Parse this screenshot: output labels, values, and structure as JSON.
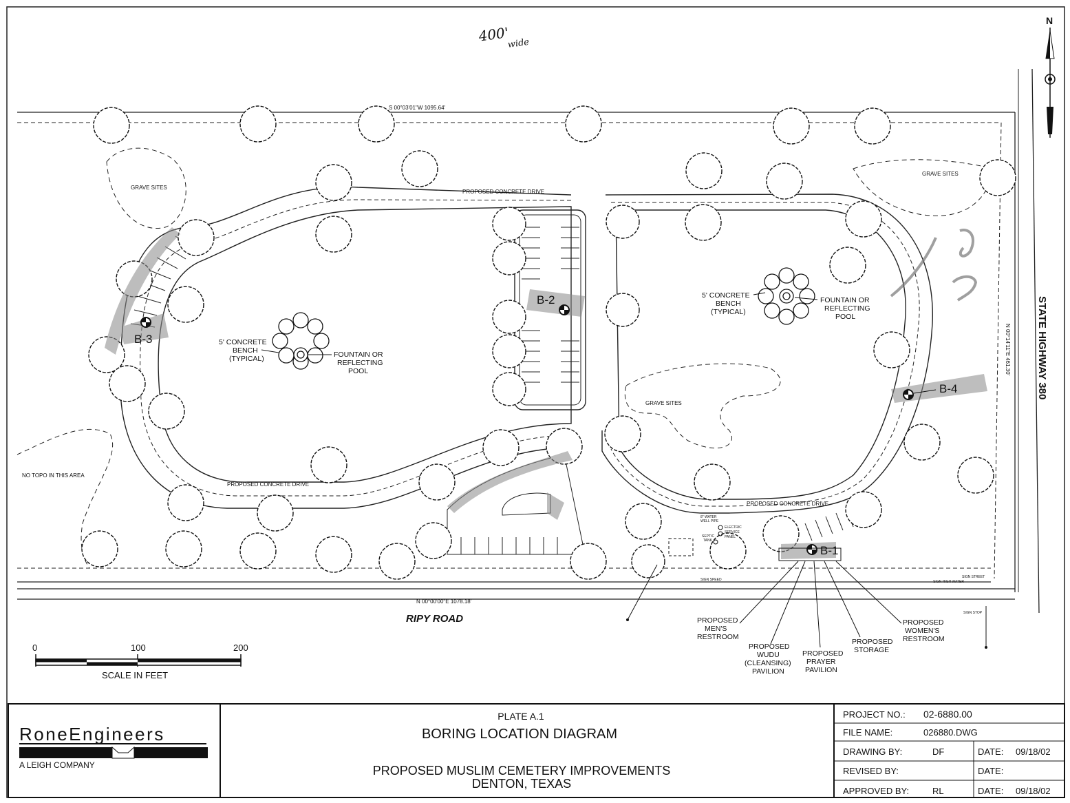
{
  "handwritten_note": {
    "line1": "400'",
    "line2": "wide"
  },
  "north_arrow": {
    "letter": "N",
    "icon": "north-arrow-icon"
  },
  "property": {
    "north_bearing": "S 00°03'01\"W 1095.64'",
    "south_bearing": "N 00°00'00\"E 1078.18'",
    "east_bearing": "N 00°14'11\"E 461.30'"
  },
  "roads": {
    "south": "RIPY ROAD",
    "east": "STATE HIGHWAY 380"
  },
  "areas": {
    "grave_sites_nw": "GRAVE SITES",
    "grave_sites_ne": "GRAVE SITES",
    "grave_sites_center": "GRAVE SITES",
    "no_topo": "NO TOPO IN THIS AREA",
    "drive_north": "PROPOSED CONCRETE DRIVE",
    "drive_south": "PROPOSED CONCRETE DRIVE",
    "drive_se": "PROPOSED CONCRETE DRIVE"
  },
  "features_west": {
    "bench": [
      "5' CONCRETE",
      "BENCH",
      "(TYPICAL)"
    ],
    "fountain": [
      "FOUNTAIN OR",
      "REFLECTING",
      "POOL"
    ]
  },
  "features_east": {
    "bench": [
      "5' CONCRETE",
      "BENCH",
      "(TYPICAL)"
    ],
    "fountain": [
      "FOUNTAIN OR",
      "REFLECTING",
      "POOL"
    ]
  },
  "borings": [
    {
      "id": "B-1"
    },
    {
      "id": "B-2"
    },
    {
      "id": "B-3"
    },
    {
      "id": "B-4"
    }
  ],
  "utility_labels": {
    "water": [
      "8\" WATER",
      "WELL PIPE"
    ],
    "electric": [
      "ELECTRIC",
      "SERVICE",
      "PANEL"
    ],
    "septic": [
      "SEPTIC",
      "TANK"
    ],
    "sign_speed": "SIGN SPEED",
    "sign_street": "SIGN STREET",
    "sign_high_water": "SIGN HIGH WATER",
    "sign_stop": "SIGN STOP"
  },
  "callouts": {
    "mens": [
      "PROPOSED",
      "MEN'S",
      "RESTROOM"
    ],
    "wudu": [
      "PROPOSED",
      "WUDU",
      "(CLEANSING)",
      "PAVILION"
    ],
    "prayer": [
      "PROPOSED",
      "PRAYER",
      "PAVILION"
    ],
    "storage": [
      "PROPOSED",
      "STORAGE"
    ],
    "womens": [
      "PROPOSED",
      "WOMEN'S",
      "RESTROOM"
    ]
  },
  "scale_bar": {
    "ticks": [
      "0",
      "100",
      "200"
    ],
    "label": "SCALE IN FEET"
  },
  "title_block": {
    "company": "RoneEngineers",
    "company_sub": "A LEIGH COMPANY",
    "plate": "PLATE A.1",
    "title": "BORING LOCATION DIAGRAM",
    "project_line1": "PROPOSED MUSLIM CEMETERY IMPROVEMENTS",
    "project_line2": "DENTON, TEXAS",
    "project_no_label": "PROJECT NO.:",
    "project_no": "02-6880.00",
    "file_name_label": "FILE NAME:",
    "file_name": "026880.DWG",
    "drawing_by_label": "DRAWING BY:",
    "drawing_by": "DF",
    "date_label": "DATE:",
    "drawing_date": "09/18/02",
    "revised_by_label": "REVISED BY:",
    "revised_by": "",
    "revised_date": "",
    "approved_by_label": "APPROVED BY:",
    "approved_by": "RL",
    "approved_date": "09/18/02"
  }
}
